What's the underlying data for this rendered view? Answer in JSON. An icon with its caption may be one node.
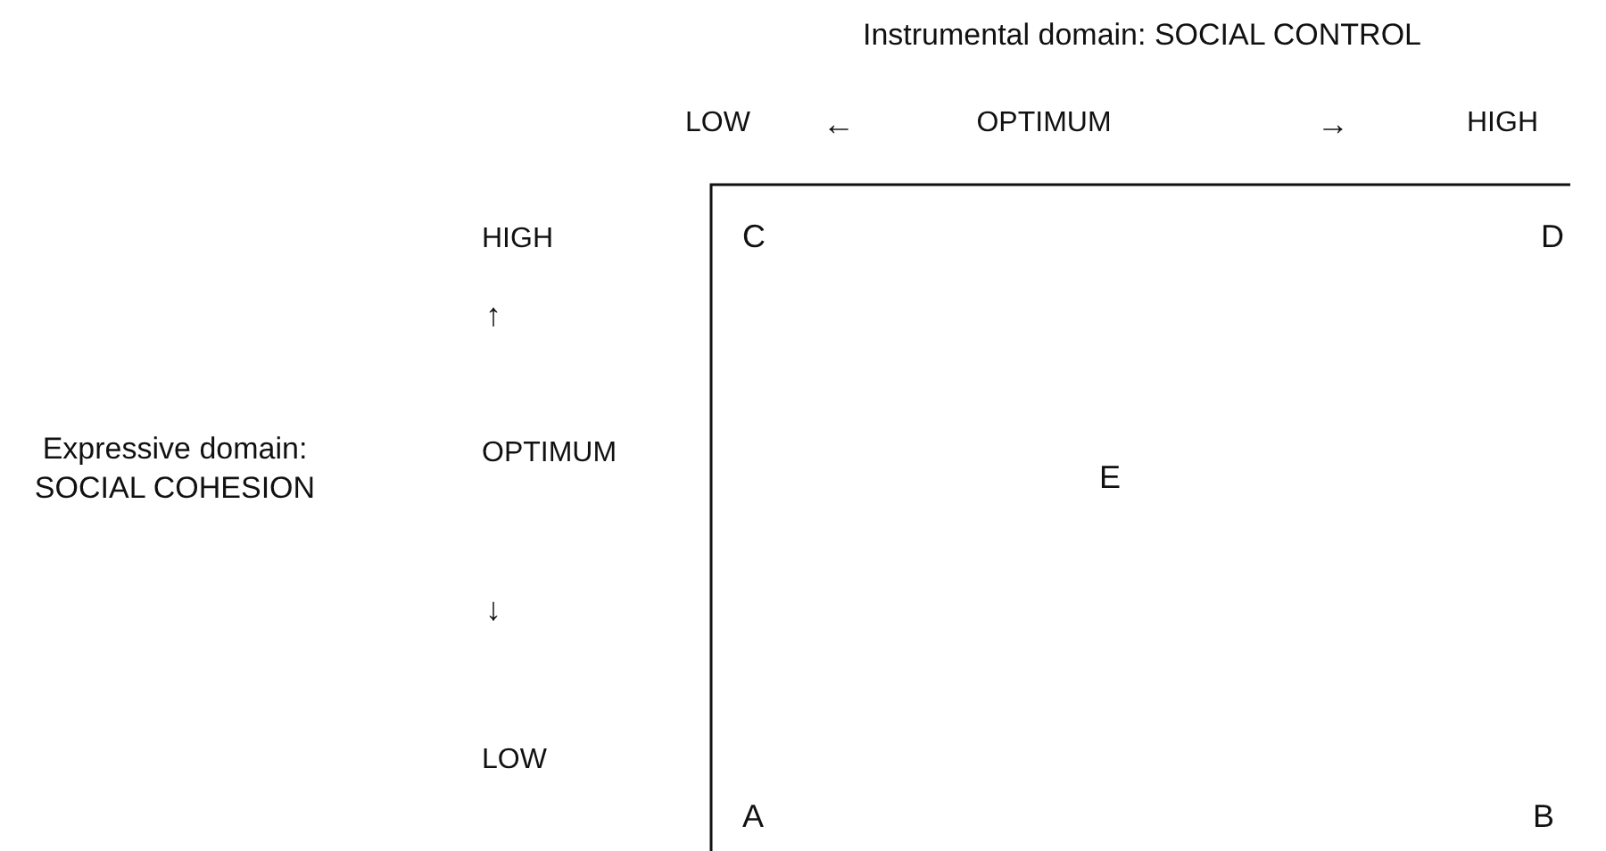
{
  "diagram": {
    "labels": [
      "Instrumental domain: SOCIAL CONTROL",
      "LOW",
      "←",
      "OPTIMUM",
      "→",
      "HIGH",
      "HIGH",
      "C",
      "D",
      "↑",
      "Expressive domain: SOCIAL COHESION",
      "OPTIMUM",
      "E",
      "↓",
      "LOW",
      "A",
      "B"
    ]
  }
}
